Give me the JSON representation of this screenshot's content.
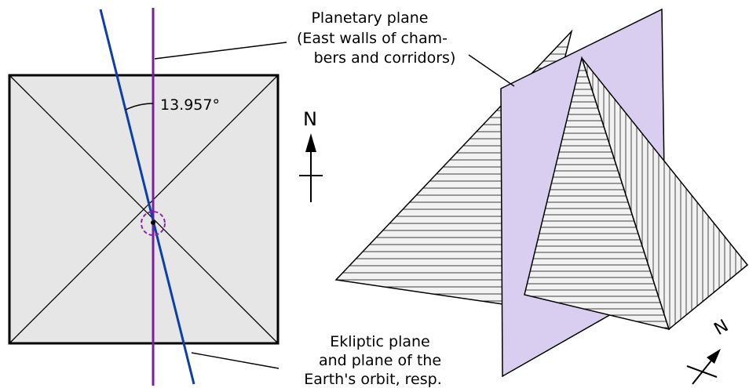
{
  "angle_label": "13.957°",
  "north_label": "N",
  "iso_north_label": "N",
  "planetary_plane_label": [
    "Planetary plane",
    "(East walls of cham-",
    "bers and corridors)"
  ],
  "ecliptic_plane_label": [
    "Ekliptic plane",
    "and plane of the",
    "Earth's orbit, resp."
  ],
  "colors": {
    "square_fill": "#e6e6e6",
    "planetary_plane": "#7b1fa2",
    "ecliptic_line": "#0d3fa8",
    "plane_fill": "#d9cdf0",
    "center_circle": "#8e24aa",
    "face_fill": "#f2f2f2"
  }
}
